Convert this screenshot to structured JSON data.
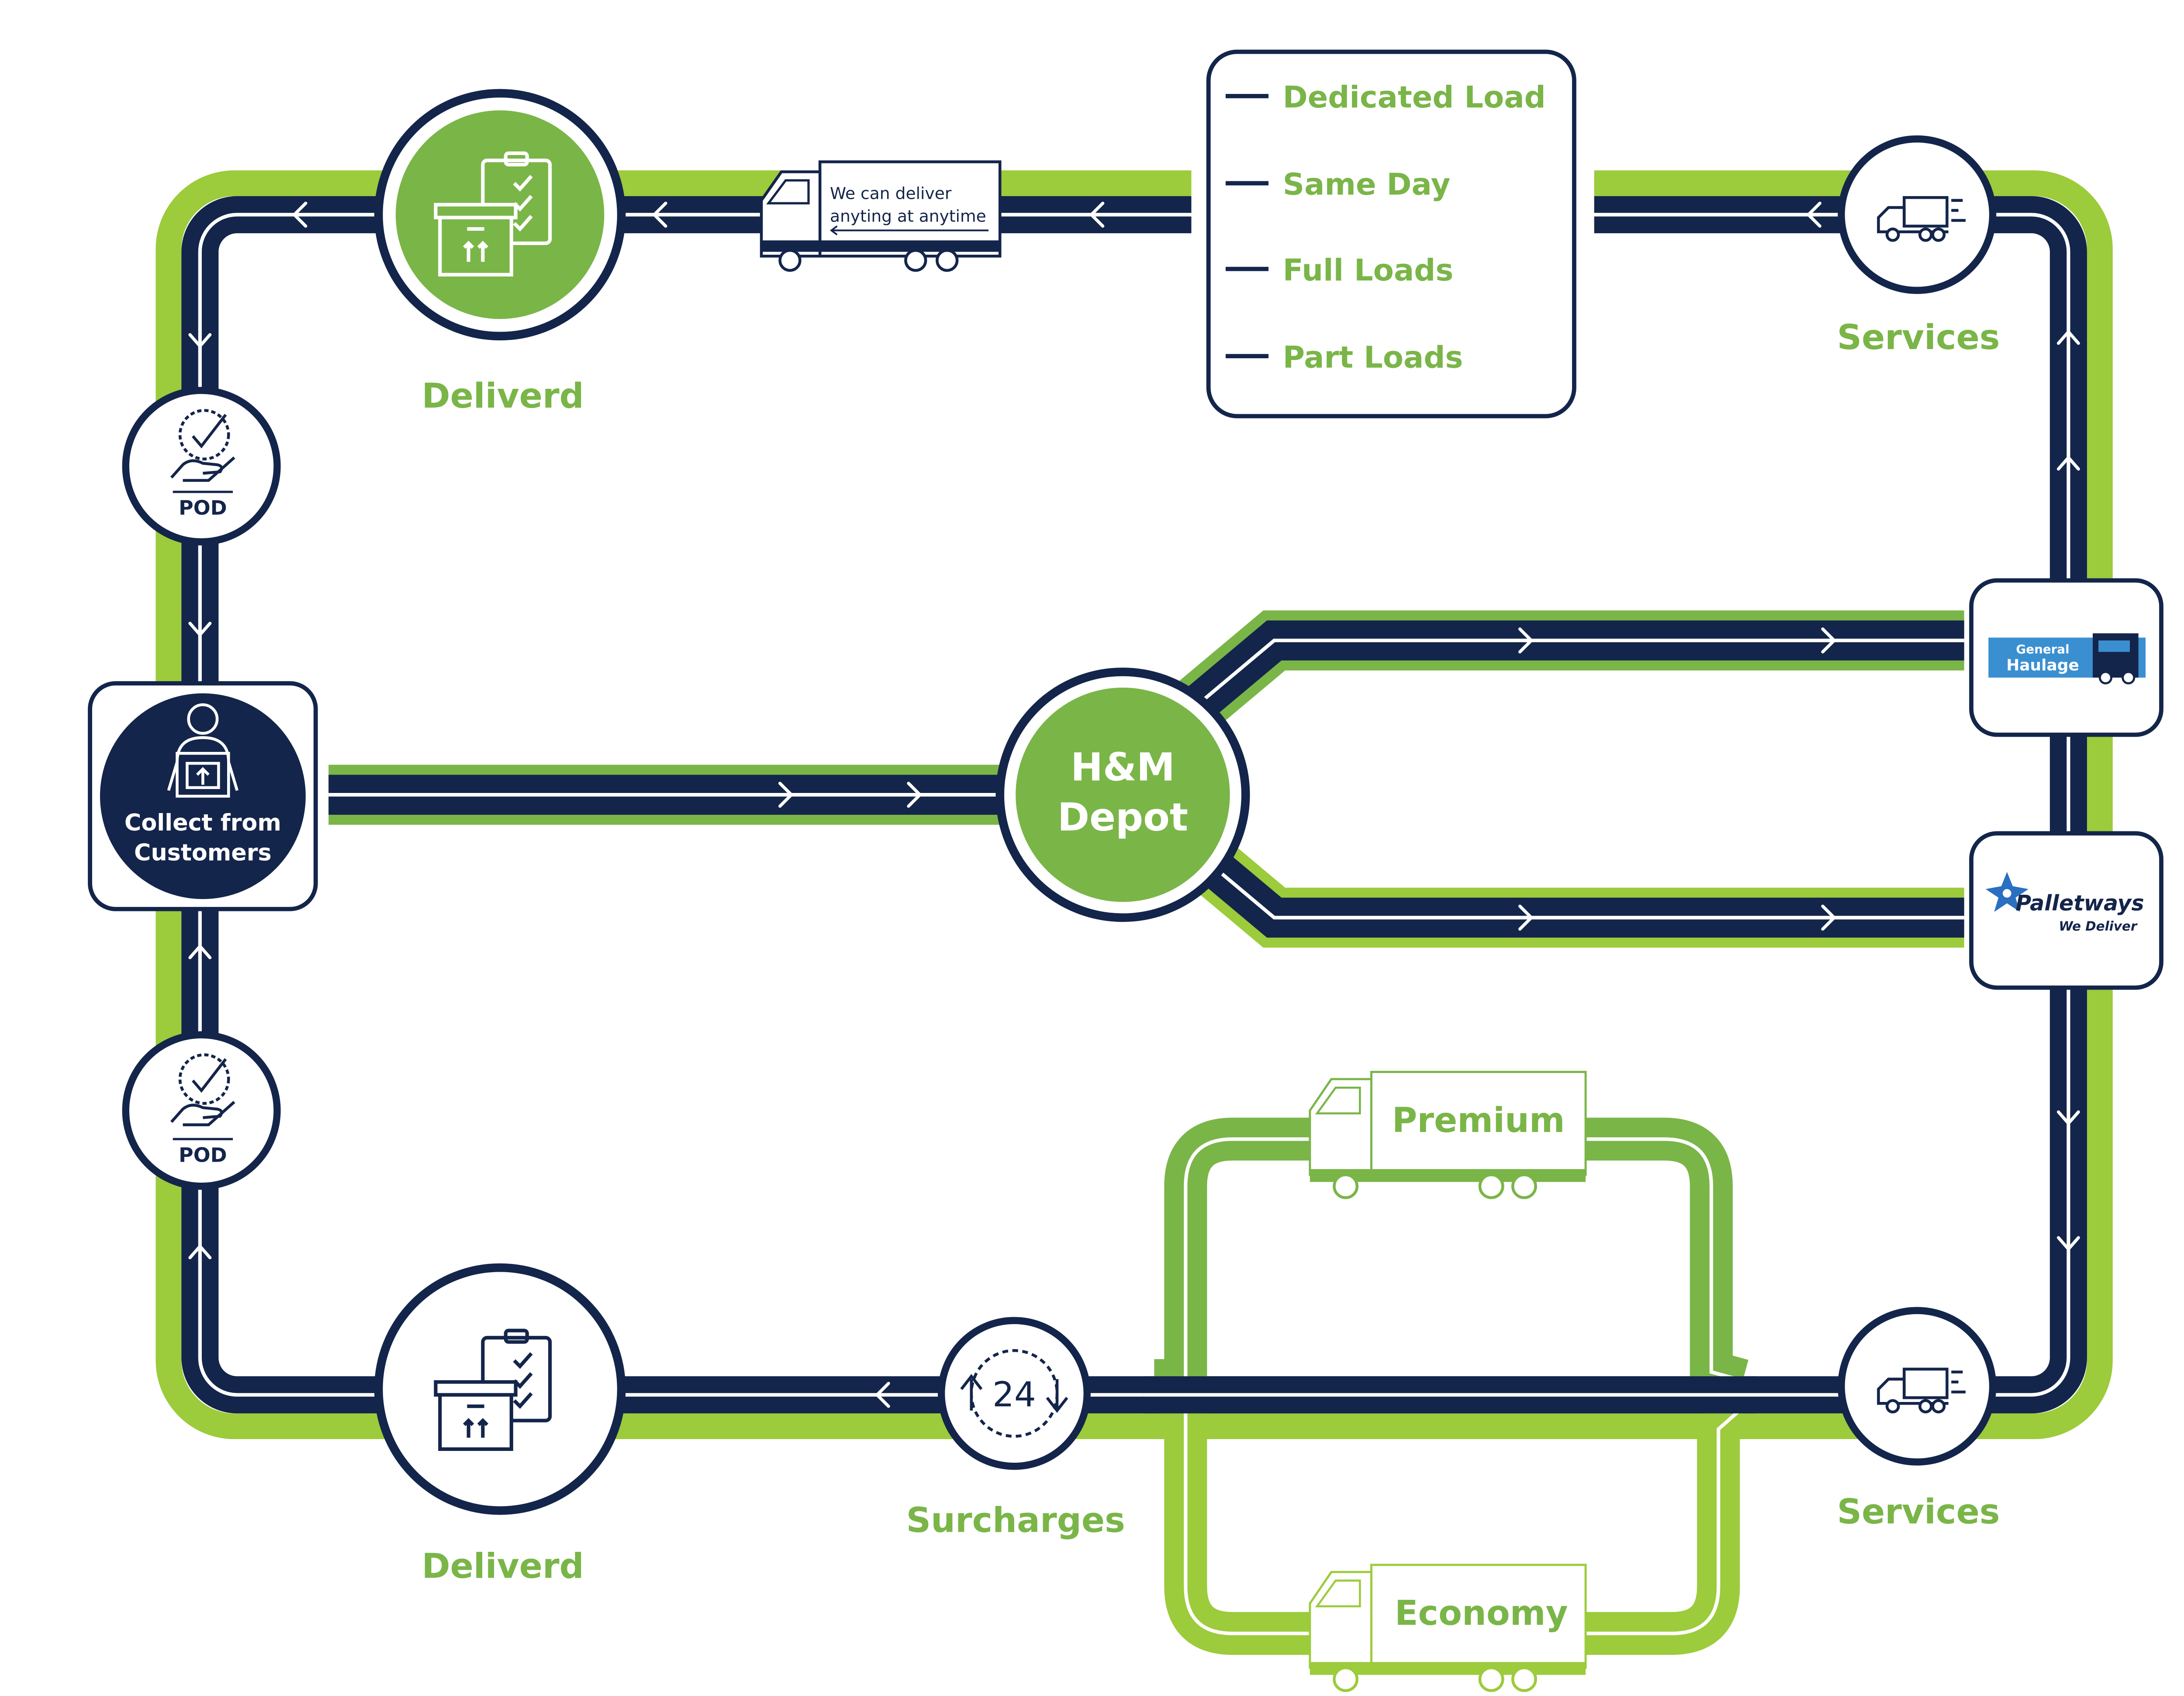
{
  "colors": {
    "navy": "#14254b",
    "green": "#7ab548",
    "lime": "#9ccb3b",
    "white": "#ffffff",
    "haulage_blue": "#3a8fd1"
  },
  "legend": {
    "items": [
      "Dedicated Load",
      "Same Day",
      "Full Loads",
      "Part Loads"
    ]
  },
  "truck_top": {
    "line1": "We can deliver",
    "line2": "anyting at anytime"
  },
  "nodes": {
    "delivered_top": {
      "label": "Deliverd",
      "icon": "clipboard-box-icon"
    },
    "delivered_bottom": {
      "label": "Deliverd",
      "icon": "clipboard-box-icon"
    },
    "pod_top": {
      "label": "POD",
      "icon": "hand-check-icon"
    },
    "pod_bottom": {
      "label": "POD",
      "icon": "hand-check-icon"
    },
    "collect": {
      "line1": "Collect from",
      "line2": "Customers",
      "icon": "person-box-icon"
    },
    "depot": {
      "line1": "H&M",
      "line2": "Depot"
    },
    "services_top": {
      "label": "Services",
      "icon": "fast-truck-icon"
    },
    "services_bottom": {
      "label": "Services",
      "icon": "fast-truck-icon"
    },
    "surcharges": {
      "label": "Surcharges",
      "badge": "24",
      "icon": "24-hour-icon"
    }
  },
  "partners": {
    "general_haulage": {
      "line1": "General",
      "line2": "Haulage"
    },
    "palletways": {
      "name": "Palletways",
      "tagline": "We Deliver"
    }
  },
  "routes": {
    "premium": {
      "label": "Premium"
    },
    "economy": {
      "label": "Economy"
    }
  }
}
